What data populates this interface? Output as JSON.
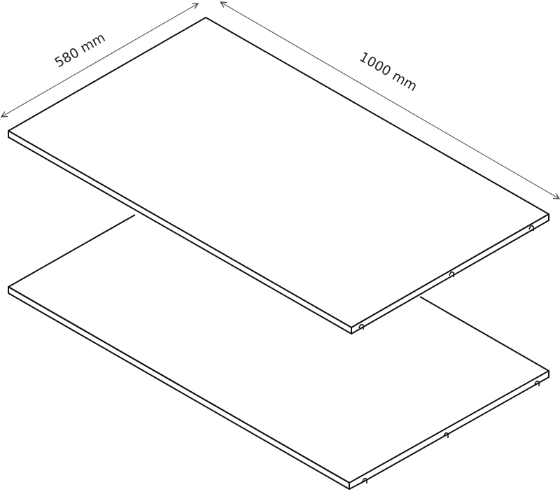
{
  "diagram": {
    "type": "isometric product dimension drawing",
    "subject": "two flat rectangular shelf panels",
    "panel_count": 2,
    "dimensions": {
      "depth": {
        "label": "580 mm",
        "value": 580,
        "unit": "mm"
      },
      "width": {
        "label": "1000 mm",
        "value": 1000,
        "unit": "mm"
      }
    },
    "notches_per_panel": 3,
    "colors": {
      "line": "#111111",
      "dimension_line": "#555555",
      "text": "#222222",
      "background": "#ffffff"
    }
  }
}
